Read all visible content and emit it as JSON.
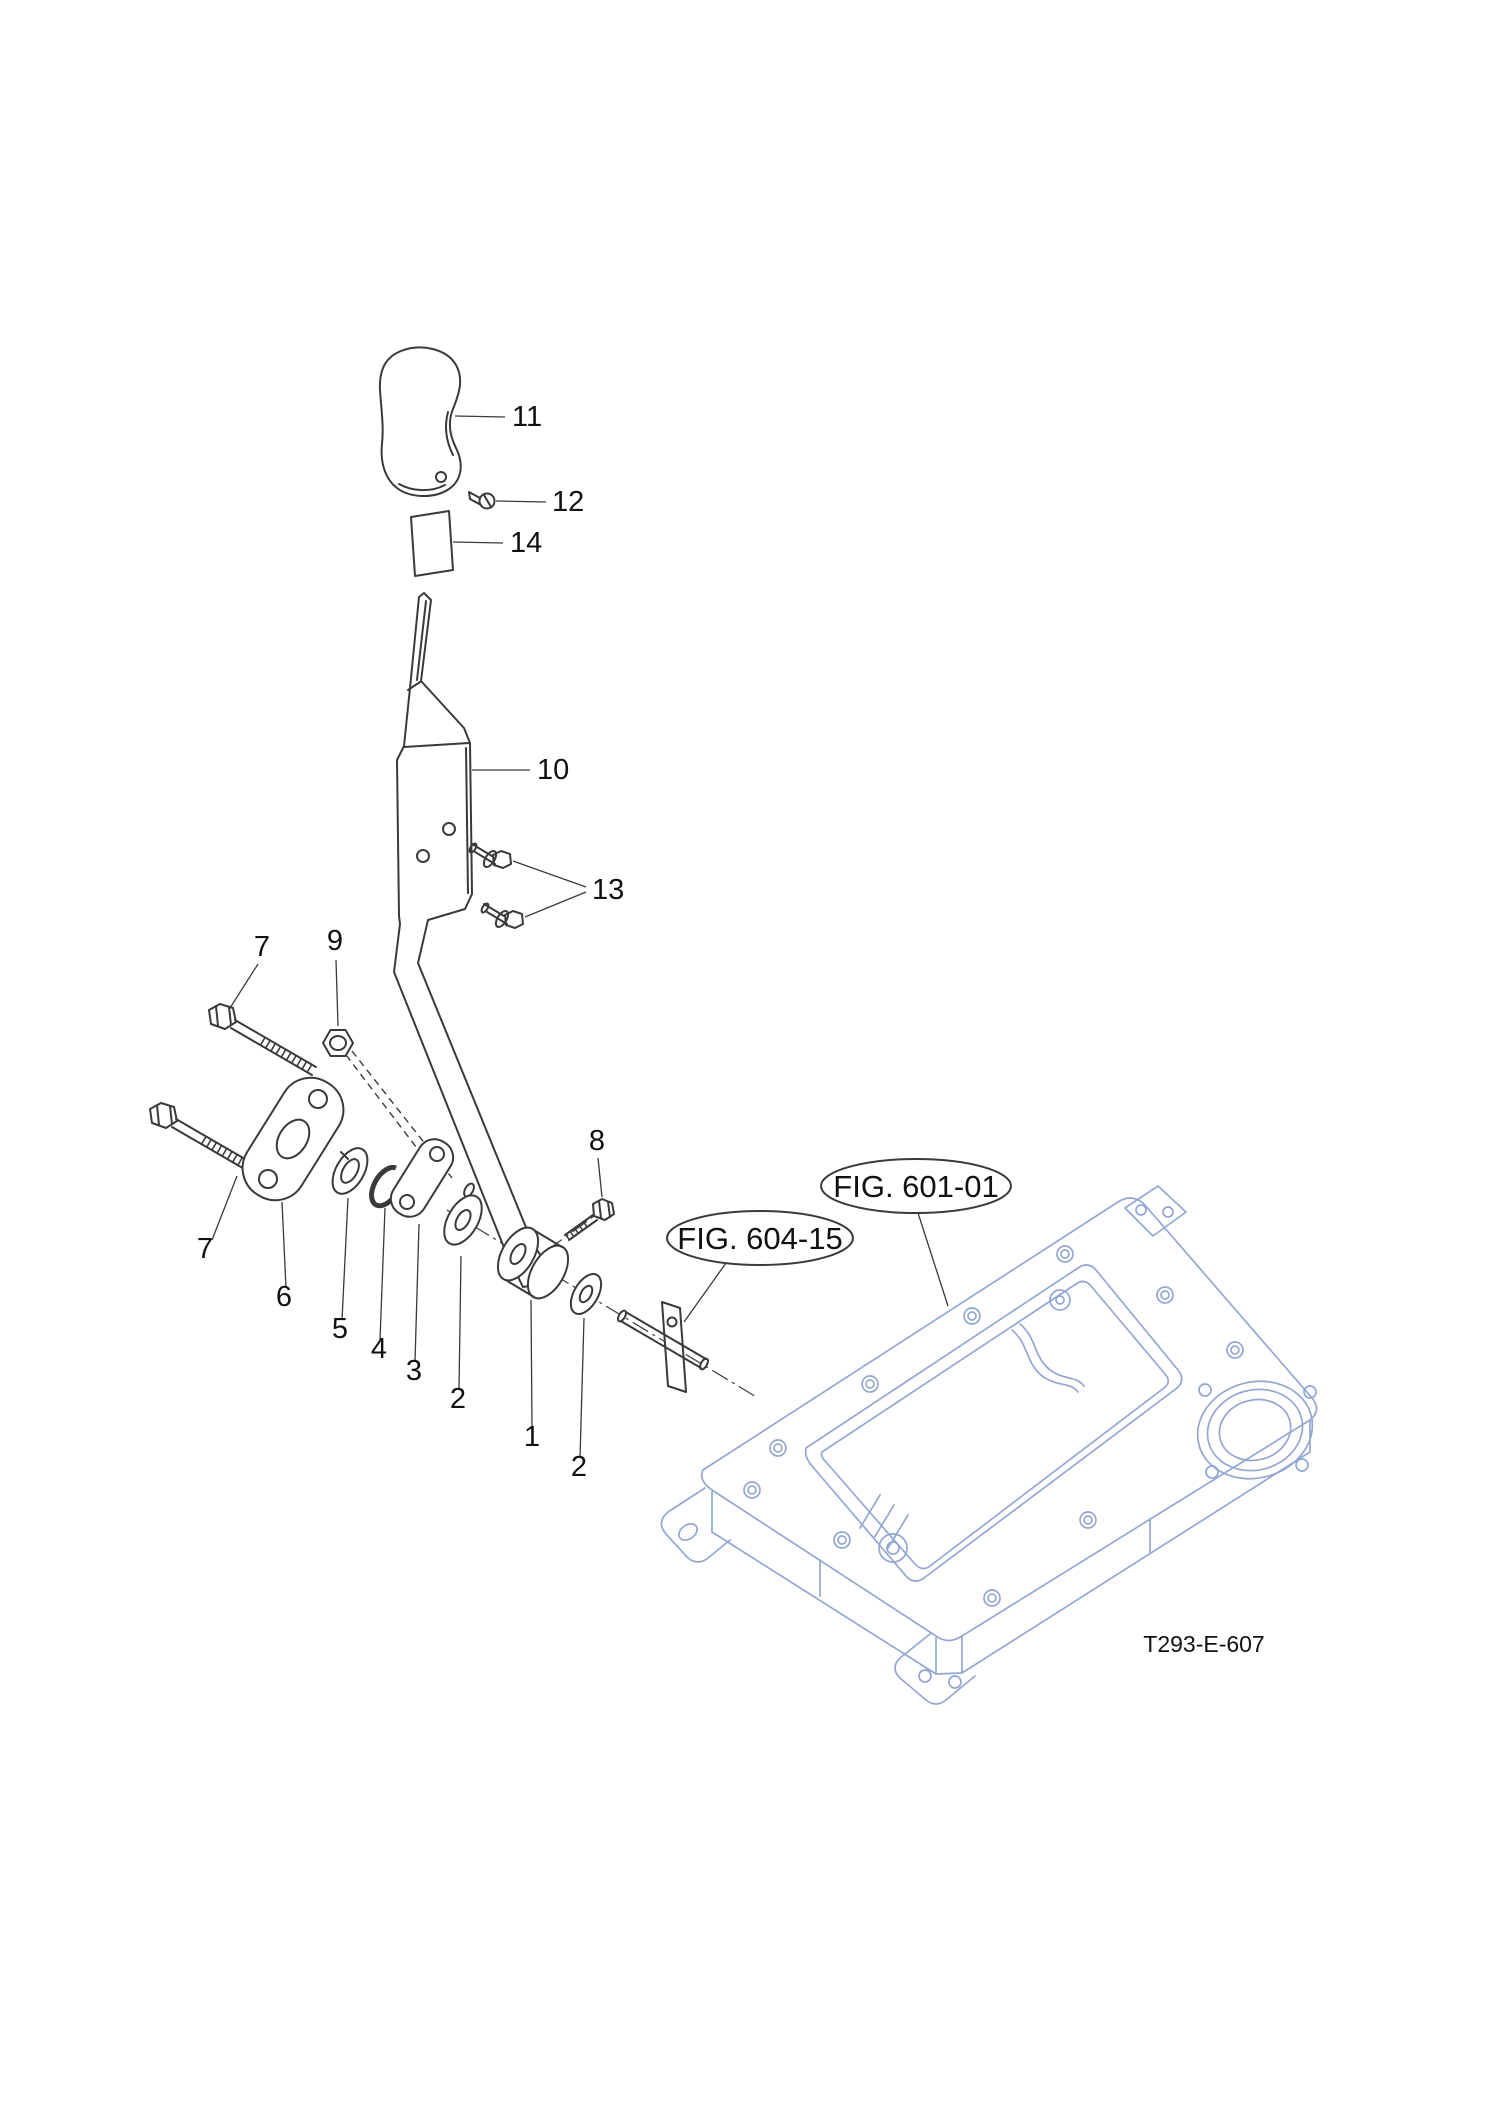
{
  "diagram": {
    "drawing_code": "T293-E-607",
    "figure_refs": [
      {
        "label": "FIG. 604-15"
      },
      {
        "label": "FIG. 601-01"
      }
    ],
    "part_labels": [
      {
        "num": "11"
      },
      {
        "num": "12"
      },
      {
        "num": "14"
      },
      {
        "num": "10"
      },
      {
        "num": "13"
      },
      {
        "num": "7"
      },
      {
        "num": "9"
      },
      {
        "num": "7"
      },
      {
        "num": "6"
      },
      {
        "num": "5"
      },
      {
        "num": "4"
      },
      {
        "num": "3"
      },
      {
        "num": "2"
      },
      {
        "num": "1"
      },
      {
        "num": "2"
      },
      {
        "num": "8"
      }
    ],
    "colors": {
      "part_line": "#3a3a3a",
      "housing_line": "#93a7d4",
      "background": "#ffffff",
      "text": "#111111"
    }
  }
}
